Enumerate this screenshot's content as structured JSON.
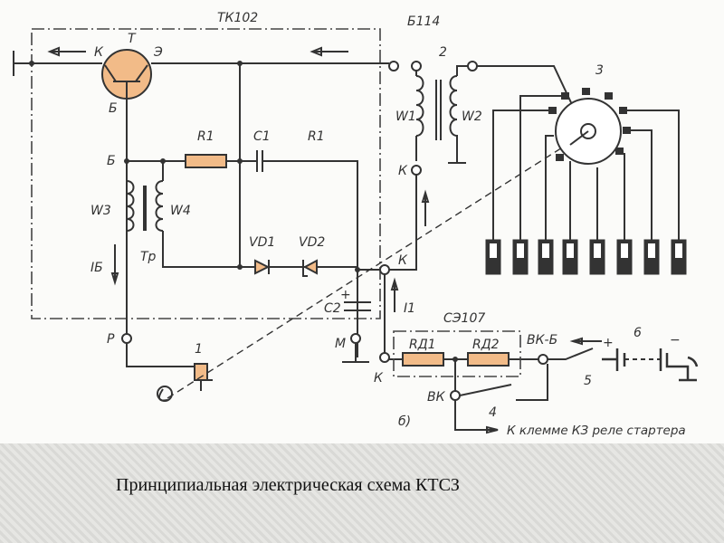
{
  "diagram": {
    "block_tk": "ТК102",
    "transistor": {
      "name": "Т",
      "collector": "К",
      "emitter": "Э",
      "base": "Б"
    },
    "node_b": "Б",
    "resistor_r1": "R1",
    "capacitor_c1": "C1",
    "resistor_r1_right": "R1",
    "winding_w3": "W3",
    "winding_w4": "W4",
    "transformer_tr": "Тр",
    "current_ib": "IБ",
    "diode_vd1": "VD1",
    "diode_vd2": "VD2",
    "capacitor_c2": "C2",
    "terminal_p": "Р",
    "terminal_m": "М",
    "terminal_k_coil": "К",
    "terminal_k_right": "К",
    "terminal_k_low": "К",
    "coil_block": "Б114",
    "coil_num": "2",
    "winding_w1": "W1",
    "winding_w2": "W2",
    "distributor_num": "3",
    "sensor_num": "1",
    "current_i1": "I1",
    "resistor_block": "СЭ107",
    "rd1": "RД1",
    "rd2": "RД2",
    "terminal_vkb": "ВК-Б",
    "terminal_vk": "ВК",
    "switch_4": "4",
    "switch_5": "5",
    "battery_num": "6",
    "plus": "+",
    "minus": "−",
    "sub_label": "б)",
    "starter_note": "К клемме КЗ реле стартера"
  },
  "caption": "Принципиальная электрическая схема КТСЗ"
}
